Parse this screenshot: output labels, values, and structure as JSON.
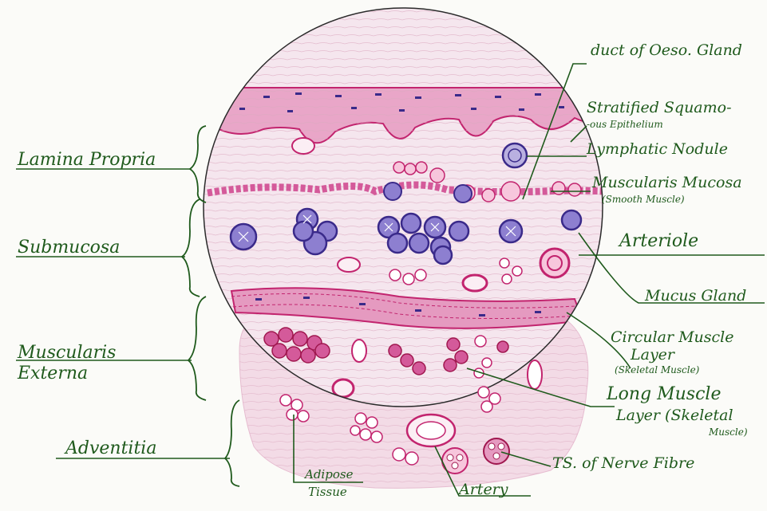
{
  "labels": {
    "duct": "duct of Oeso. Gland",
    "epithelium_1": "Stratified Squamo-",
    "epithelium_2": "-ous Epithelium",
    "lymphatic": "Lymphatic Nodule",
    "mm_1": "Muscularis Mucosa",
    "mm_2": "(Smooth Muscle)",
    "arteriole": "Arteriole",
    "mucus": "Mucus Gland",
    "circular_1": "Circular Muscle",
    "circular_2": "Layer",
    "circular_3": "(Skeletal Muscle)",
    "long_1": "Long Muscle",
    "long_2": "Layer (Skeletal",
    "long_3": "Muscle)",
    "nerve": "TS. of Nerve Fibre",
    "artery": "Artery",
    "adipose_1": "Adipose",
    "adipose_2": "Tissue",
    "lamina": "Lamina Propria",
    "submucosa": "Submucosa",
    "muscularis_1": "Muscularis",
    "muscularis_2": "Externa",
    "adventitia": "Adventitia"
  },
  "colors": {
    "ink": "#1f5a1c",
    "pink": "#d45a9a",
    "magenta": "#c2246e",
    "purple": "#3a2a8a",
    "tissue": "#f3dbe6"
  }
}
